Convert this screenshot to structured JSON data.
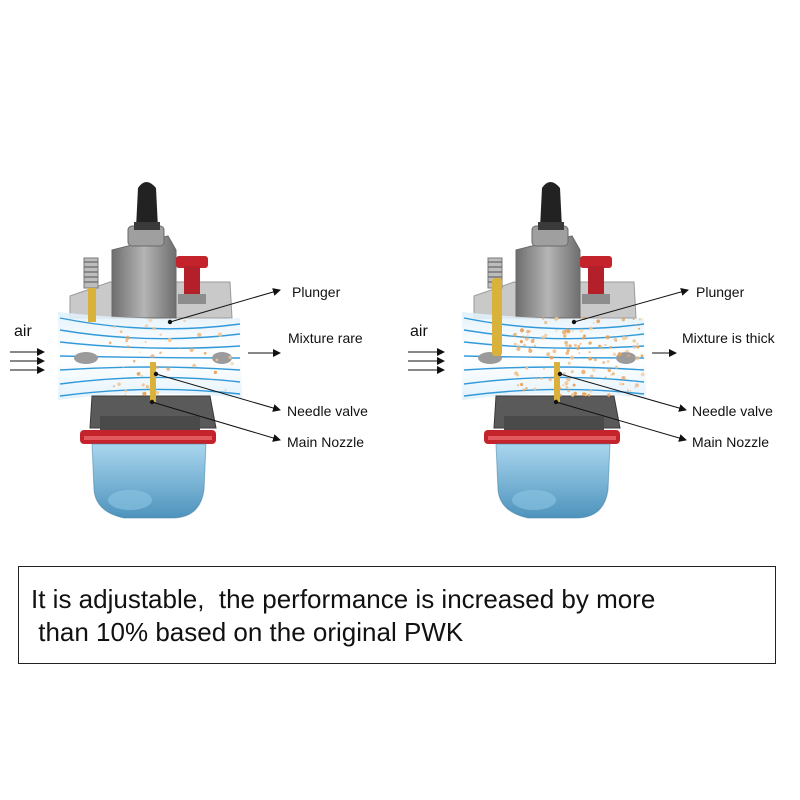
{
  "colors": {
    "red": "#c4232b",
    "body_gray": "#8e8e8e",
    "dark_gray": "#4a4a4a",
    "bowl_blue": "#6fb4d8",
    "flow_blue": "#1e90d6",
    "brass": "#d8b23a",
    "particles_orange": "#e8a25a"
  },
  "left": {
    "air_label": "air",
    "callouts": {
      "plunger": "Plunger",
      "mixture": "Mixture rare",
      "needle_valve": "Needle valve",
      "main_nozzle": "Main Nozzle"
    },
    "particle_density": 0.3
  },
  "right": {
    "air_label": "air",
    "callouts": {
      "plunger": "Plunger",
      "mixture": "Mixture is thick",
      "needle_valve": "Needle valve",
      "main_nozzle": "Main Nozzle"
    },
    "particle_density": 1.0
  },
  "caption": {
    "line1": "It is adjustable,  the performance is increased by more",
    "line2": " than 10% based on the original PWK"
  }
}
